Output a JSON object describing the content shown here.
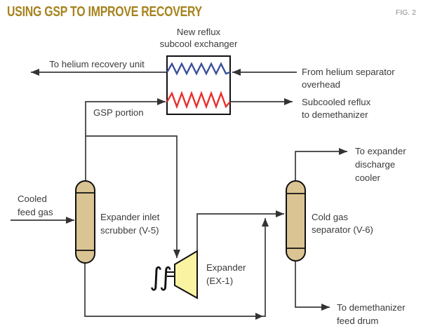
{
  "header": {
    "title": "USING GSP TO IMPROVE RECOVERY",
    "figure_label": "FIG. 2"
  },
  "colors": {
    "title": "#A6831E",
    "line": "#3A3A3A",
    "label_text": "#3B3B3B",
    "figure_label": "#8C8C8C",
    "vessel_fill": "#DBC493",
    "expander_fill": "#FAF3A2",
    "cold_coil": "#3A4F9B",
    "hot_coil": "#E8302E"
  },
  "exchanger": {
    "name": [
      "New reflux",
      "subcool exchanger"
    ]
  },
  "streams": {
    "to_helium_recovery": "To helium recovery unit",
    "from_helium_separator": [
      "From helium separator",
      "overhead"
    ],
    "subcooled_reflux": [
      "Subcooled reflux",
      "to demethanizer"
    ],
    "gsp_portion": "GSP portion",
    "cooled_feed_gas": [
      "Cooled",
      "feed gas"
    ],
    "to_expander_discharge": [
      "To expander",
      "discharge",
      "cooler"
    ],
    "to_demethanizer": [
      "To demethanizer",
      "feed drum"
    ]
  },
  "equipment": {
    "scrubber": [
      "Expander inlet",
      "scrubber (V-5)"
    ],
    "separator": [
      "Cold gas",
      "separator (V-6)"
    ],
    "expander": [
      "Expander",
      "(EX-1)"
    ],
    "shaft_symbol": "∫∫"
  }
}
